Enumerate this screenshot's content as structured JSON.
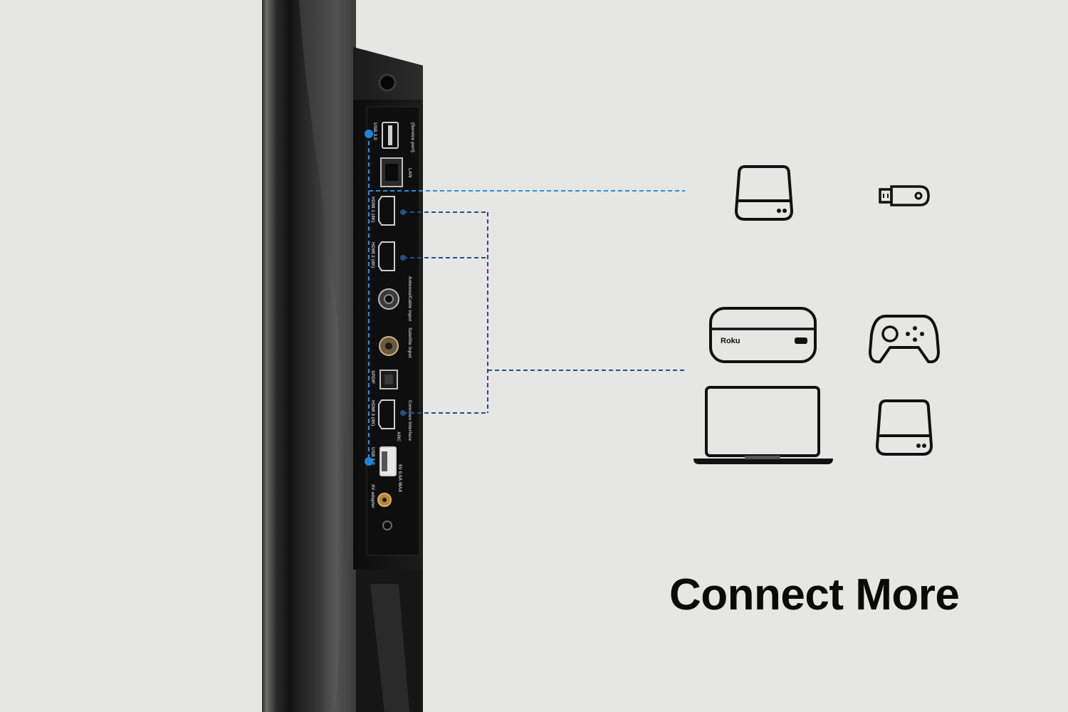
{
  "headline": "Connect More",
  "accent_color": "#1a86e0",
  "line_color_usb": "#2a8fe0",
  "line_color_hdmi": "#264e86",
  "ports": [
    {
      "label": "USB 3.0",
      "sublabel": "(Service port)"
    },
    {
      "label": "LAN"
    },
    {
      "label": "HDMI 1 (4K)"
    },
    {
      "label": "HDMI 2 (4K)"
    },
    {
      "label": "Antenna/Cable input"
    },
    {
      "label": "Satellite input"
    },
    {
      "label": "SPDIF"
    },
    {
      "label": "HDMI 3 (4K)",
      "sublabel": "ARC"
    },
    {
      "label": "Common Interface"
    },
    {
      "label": "USB 2.0",
      "sublabel": "5V 0.5A MAX"
    },
    {
      "label": "AV adapter"
    }
  ],
  "devices_usb": [
    {
      "icon": "external-hard-drive-icon"
    },
    {
      "icon": "usb-flash-drive-icon"
    }
  ],
  "devices_hdmi": [
    {
      "icon": "roku-streaming-box-icon",
      "text": "Roku"
    },
    {
      "icon": "game-controller-icon"
    },
    {
      "icon": "laptop-icon"
    },
    {
      "icon": "external-hard-drive-icon"
    }
  ]
}
